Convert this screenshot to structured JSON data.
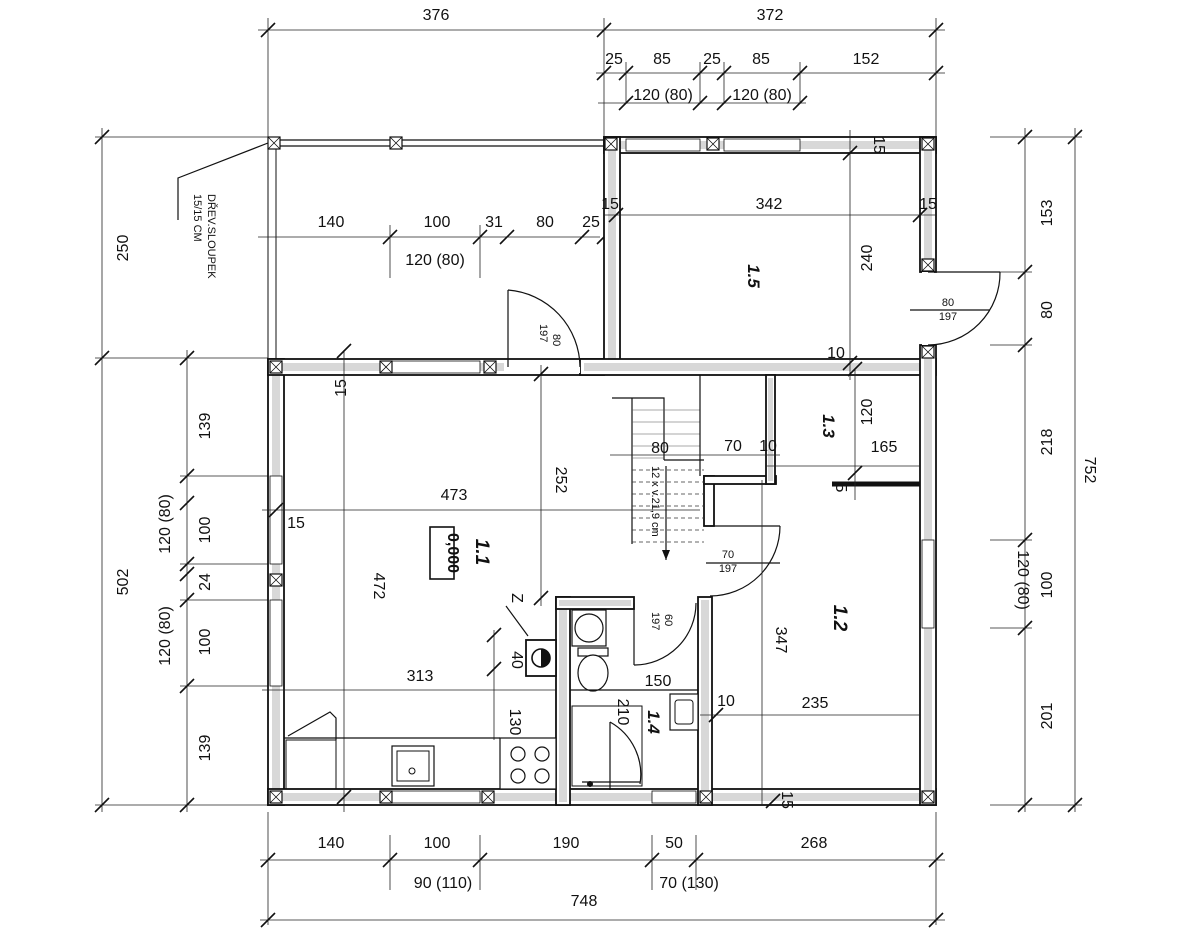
{
  "top_dims": {
    "overall_left": "376",
    "overall_right": "372",
    "row2": [
      "25",
      "85",
      "25",
      "85",
      "152"
    ],
    "row3": [
      "120 (80)",
      "120 (80)"
    ]
  },
  "bottom_dims": {
    "row1": [
      "140",
      "100",
      "190",
      "50",
      "268"
    ],
    "row2": [
      "90 (110)",
      "70 (130)"
    ],
    "overall": "748"
  },
  "left_dims": {
    "outer": [
      "250",
      "502"
    ],
    "inner": [
      "139",
      "120 (80)",
      "100",
      "24",
      "120 (80)",
      "100",
      "139"
    ]
  },
  "right_dims": {
    "inner": [
      "153",
      "80",
      "218",
      "120 (80)",
      "100",
      "201"
    ],
    "overall": "752"
  },
  "note": {
    "line1": "DŘEV.SLOUPEK",
    "line2": "15/15 CM"
  },
  "rooms": {
    "r11": "1.1",
    "r12": "1.2",
    "r13": "1.3",
    "r14": "1.4",
    "r15": "1.5",
    "level": "0,000"
  },
  "inner_dims": {
    "porch": [
      "140",
      "100",
      "31",
      "80",
      "25",
      "120 (80)"
    ],
    "r15_a": "15",
    "r15_b": "342",
    "r15_c": "15",
    "r15_d": "240",
    "r15_e": "10",
    "r15_f": "15",
    "door_80": "80",
    "door_197": "197",
    "porch_door_80": "80",
    "porch_door_197": "197",
    "r11_15a": "15",
    "r11_15b": "15",
    "r11_473": "473",
    "r11_252": "252",
    "r11_472": "472",
    "r11_313": "313",
    "r11_40": "40",
    "r11_z": "Z",
    "r11_130": "130",
    "stairs_80": "80",
    "stairs_70": "70",
    "stairs_10": "10",
    "stairs_note": "12 x v.21,9 cm",
    "r13_120": "120",
    "r13_165": "165",
    "r13_5": "5",
    "hall_door_70": "70",
    "hall_door_197": "197",
    "r12_347": "347",
    "r12_235": "235",
    "r12_10": "10",
    "r12_15": "15",
    "bath_door_60": "60",
    "bath_door_197": "197",
    "bath_150": "150",
    "bath_210": "210"
  }
}
